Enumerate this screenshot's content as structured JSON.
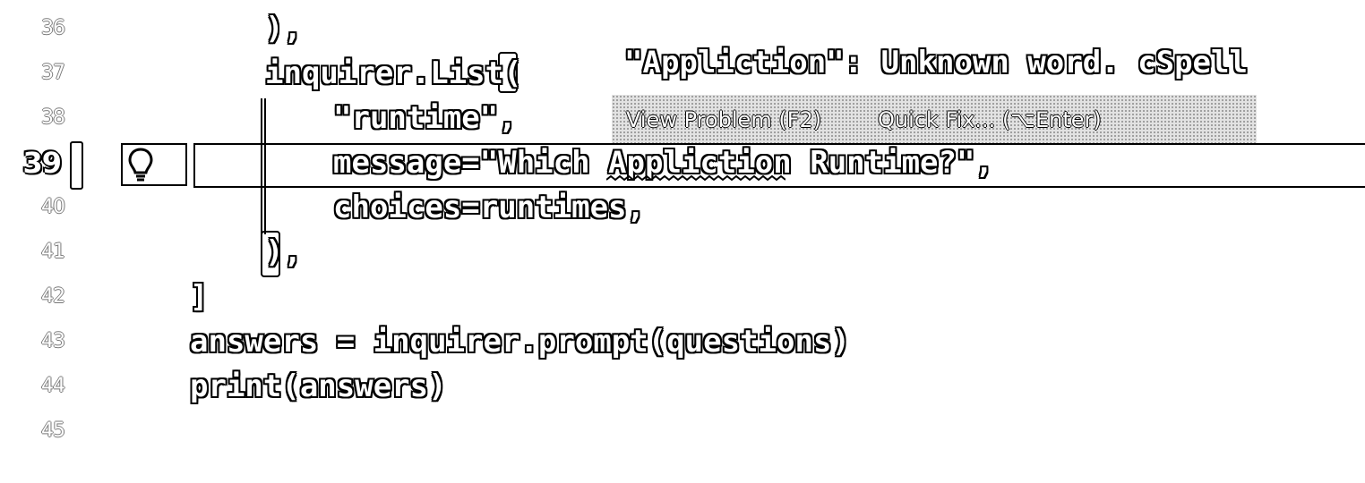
{
  "editor": {
    "lines": [
      {
        "number": "36",
        "code": "),"
      },
      {
        "number": "37",
        "code": "inquirer.List("
      },
      {
        "number": "38",
        "code": "\"runtime\","
      },
      {
        "number": "39",
        "code_pre": "message=\"Which ",
        "code_word": "Appliction",
        "code_post": " Runtime?\","
      },
      {
        "number": "40",
        "code": "choices=runtimes,"
      },
      {
        "number": "41",
        "code": "),"
      },
      {
        "number": "42",
        "code": "]"
      },
      {
        "number": "43",
        "code": "answers = inquirer.prompt(questions)"
      },
      {
        "number": "44",
        "code": "print(answers)"
      },
      {
        "number": "45",
        "code": ""
      }
    ],
    "active_line": "39"
  },
  "hover": {
    "message": "\"Appliction\": Unknown word. cSpell",
    "view_problem": "View Problem (F2)",
    "quick_fix": "Quick Fix... (⌥Enter)"
  },
  "icons": {
    "lightbulb": "lightbulb-icon"
  },
  "colors": {
    "background": "#ffffff",
    "text_outline": "#000000",
    "hover_bar": "#e2e2e2"
  }
}
